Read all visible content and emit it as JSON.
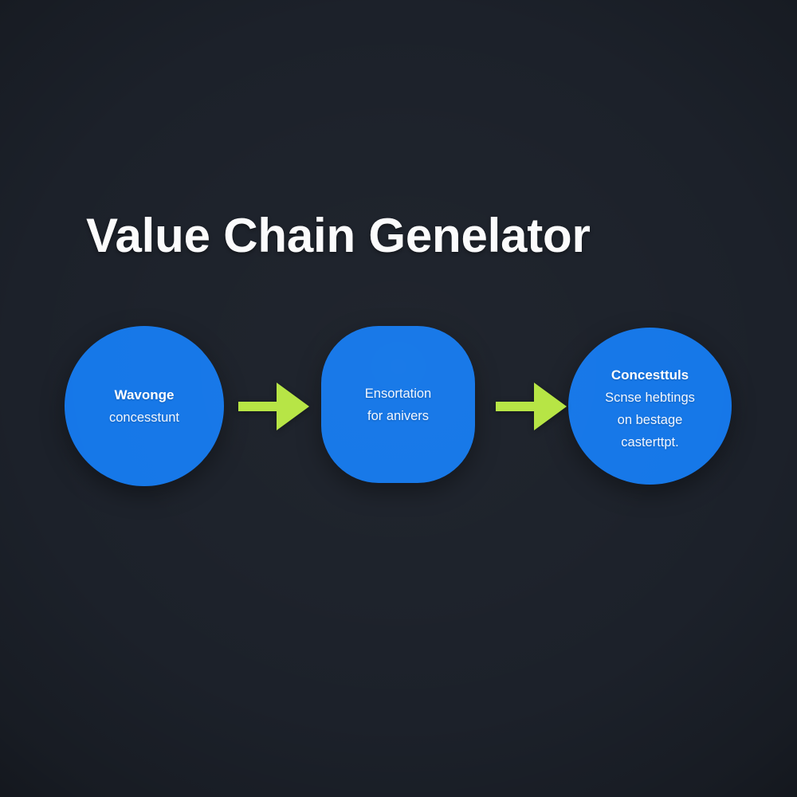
{
  "page": {
    "title": "Value Chain Genelator",
    "background_color": "#1c212a"
  },
  "theme": {
    "background": "#1c212a",
    "node_fill": "#1577e8",
    "arrow_color": "#b6e543",
    "title_color": "#fbfbfc",
    "node_text_color": "#ffffff"
  },
  "diagram": {
    "type": "horizontal-flow",
    "nodes": [
      {
        "id": "node-1",
        "shape": "circle",
        "fill": "#1577e8",
        "lines": [
          {
            "text": "Wavonge",
            "bold": true
          },
          {
            "text": "concesstunt",
            "bold": false
          }
        ]
      },
      {
        "id": "node-2",
        "shape": "squircle",
        "fill": "#1577e8",
        "lines": [
          {
            "text": "Ensortation",
            "bold": false
          },
          {
            "text": "for anivers",
            "bold": false
          }
        ]
      },
      {
        "id": "node-3",
        "shape": "circle",
        "fill": "#1577e8",
        "lines": [
          {
            "text": "Concesttuls",
            "bold": true
          },
          {
            "text": "Scnse hebtings",
            "bold": false
          },
          {
            "text": "on bestage",
            "bold": false
          },
          {
            "text": "casterttpt.",
            "bold": false
          }
        ]
      }
    ],
    "connectors": [
      {
        "id": "arrow-1",
        "from": "node-1",
        "to": "node-2",
        "glyph": "right-arrow",
        "color": "#b6e543"
      },
      {
        "id": "arrow-2",
        "from": "node-2",
        "to": "node-3",
        "glyph": "right-arrow",
        "color": "#b6e543"
      }
    ]
  }
}
